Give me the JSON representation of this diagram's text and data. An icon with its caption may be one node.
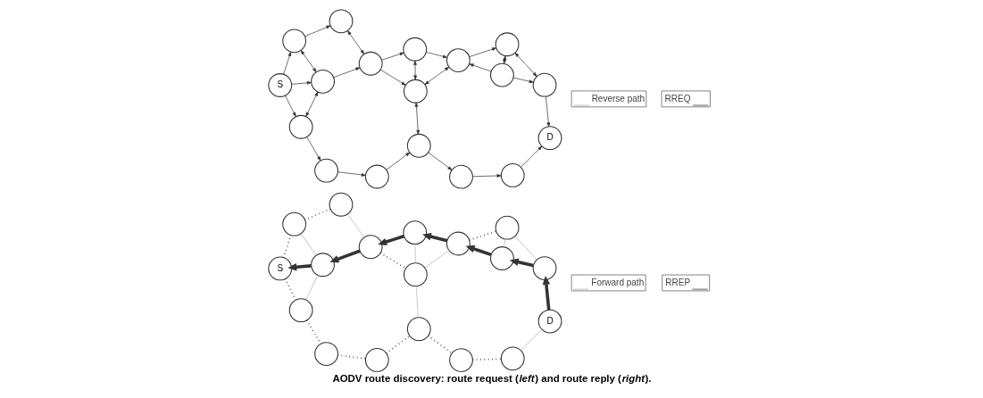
{
  "diagram": {
    "caption": "**AODV route discovery: route request (*left*) and route reply (*right*).**",
    "nodes": [
      {
        "text": [
          "S"
        ]
      },
      {
        "text": [],
        "shape": "circle"
      },
      {
        "text": [],
        "shape": "circle"
      },
      {
        "text": [],
        "shape": "circle"
      },
      {
        "text": [],
        "shape": "circle"
      },
      {
        "text": [],
        "shape": "circle"
      },
      {
        "text": [],
        "shape": "circle"
      },
      {
        "text": [],
        "shape": "circle"
      },
      {
        "text": [],
        "shape": "circle"
      },
      {
        "text": [],
        "shape": "circle"
      },
      {
        "text": [],
        "shape": "circle"
      },
      {
        "text": [],
        "shape": "circle"
      },
      {
        "text": [],
        "shape": "circle"
      },
      {
        "text": [],
        "shape": "circle"
      },
      {
        "text": [],
        "shape": "circle"
      },
      {
        "text": [],
        "shape": "circle"
      },
      {
        "text": [
          "D"
        ]
      },
      {
        "text": [],
        "shape": "circle"
      },
      {
        "text": [
          "S"
        ]
      },
      {
        "text": [],
        "shape": "circle"
      },
      {
        "text": [],
        "shape": "circle"
      },
      {
        "text": [],
        "shape": "circle"
      },
      {
        "text": [],
        "shape": "circle"
      },
      {
        "text": [],
        "shape": "circle"
      },
      {
        "text": [],
        "shape": "circle"
      },
      {
        "text": [],
        "shape": "circle"
      },
      {
        "text": [],
        "shape": "circle"
      },
      {
        "text": [],
        "shape": "circle"
      },
      {
        "text": [],
        "shape": "circle"
      },
      {
        "text": [],
        "shape": "circle"
      },
      {
        "text": [],
        "shape": "circle"
      },
      {
        "text": [],
        "shape": "circle"
      },
      {
        "text": [],
        "shape": "circle"
      },
      {
        "text": [],
        "shape": "circle"
      },
      {
        "text": [
          "D"
        ]
      },
      {
        "text": [],
        "shape": "circle"
      }
    ],
    "edges": [
      {
        "from": 0,
        "to": 3,
        "arrow": "to"
      },
      {
        "from": 3,
        "to": 6,
        "arrow": "to"
      },
      {
        "from": 6,
        "to": 8,
        "arrow": "to"
      },
      {
        "from": 8,
        "to": 10,
        "arrow": "to"
      },
      {
        "from": 10,
        "to": 14,
        "arrow": "to"
      },
      {
        "from": 14,
        "to": 17,
        "arrow": "to"
      },
      {
        "from": 17,
        "to": 16,
        "arrow": "to"
      },
      {
        "from": 0,
        "to": 1,
        "arrow": "to"
      },
      {
        "from": 0,
        "to": 2,
        "arrow": "to"
      },
      {
        "from": 3,
        "to": 2,
        "arrow": "both"
      },
      {
        "from": 10,
        "to": 9,
        "arrow": "both"
      },
      {
        "from": 2,
        "to": 1,
        "arrow": "both"
      },
      {
        "from": 1,
        "to": 4,
        "arrow": "to"
      },
      {
        "from": 2,
        "to": 5,
        "arrow": "to"
      },
      {
        "from": 4,
        "to": 5,
        "arrow": "both"
      },
      {
        "from": 5,
        "to": 9,
        "arrow": "to"
      },
      {
        "from": 5,
        "to": 7,
        "arrow": "to"
      },
      {
        "from": 9,
        "to": 7,
        "arrow": "both"
      },
      {
        "from": 9,
        "to": 11,
        "arrow": "both"
      },
      {
        "from": 7,
        "to": 11,
        "arrow": "to"
      },
      {
        "from": 12,
        "to": 11,
        "arrow": "to"
      },
      {
        "from": 12,
        "to": 15,
        "arrow": "to"
      },
      {
        "from": 15,
        "to": 16,
        "arrow": "to"
      },
      {
        "from": 11,
        "to": 13,
        "arrow": "to"
      },
      {
        "from": 12,
        "to": 13,
        "arrow": "both"
      },
      {
        "from": 15,
        "to": 13,
        "arrow": "both"
      },
      {
        "from": 18,
        "to": 21,
        "arrow": "none",
        "style": "dashed"
      },
      {
        "from": 21,
        "to": 24,
        "arrow": "none",
        "style": "dashed"
      },
      {
        "from": 24,
        "to": 26,
        "arrow": "none",
        "style": "dashed"
      },
      {
        "from": 26,
        "to": 28,
        "arrow": "none",
        "style": "dashed"
      },
      {
        "from": 28,
        "to": 32,
        "arrow": "none",
        "style": "dashed"
      },
      {
        "from": 32,
        "to": 35,
        "arrow": "none",
        "style": "dashed"
      },
      {
        "from": 35,
        "to": 34,
        "arrow": "none",
        "color": "#b0b0b0"
      },
      {
        "from": 18,
        "to": 19,
        "arrow": "none",
        "style": "dashed"
      },
      {
        "from": 20,
        "to": 18,
        "arrow": "to",
        "style": "thick"
      },
      {
        "from": 21,
        "to": 20,
        "arrow": "none",
        "color": "#b0b0b0"
      },
      {
        "from": 28,
        "to": 27,
        "arrow": "none",
        "color": "#b0b0b0"
      },
      {
        "from": 20,
        "to": 19,
        "arrow": "none",
        "color": "#b0b0b0"
      },
      {
        "from": 19,
        "to": 22,
        "arrow": "none",
        "style": "dashed"
      },
      {
        "from": 23,
        "to": 20,
        "arrow": "to",
        "style": "thick"
      },
      {
        "from": 22,
        "to": 23,
        "arrow": "none",
        "color": "#b0b0b0"
      },
      {
        "from": 23,
        "to": 27,
        "arrow": "none",
        "style": "dashed"
      },
      {
        "from": 25,
        "to": 23,
        "arrow": "to",
        "style": "thick"
      },
      {
        "from": 27,
        "to": 25,
        "arrow": "none",
        "color": "#b0b0b0"
      },
      {
        "from": 27,
        "to": 29,
        "arrow": "none",
        "color": "#b0b0b0"
      },
      {
        "from": 29,
        "to": 25,
        "arrow": "to",
        "style": "thick"
      },
      {
        "from": 30,
        "to": 29,
        "arrow": "to",
        "style": "thick"
      },
      {
        "from": 33,
        "to": 30,
        "arrow": "to",
        "style": "thick"
      },
      {
        "from": 34,
        "to": 33,
        "arrow": "to",
        "style": "thick"
      },
      {
        "from": 29,
        "to": 31,
        "arrow": "none",
        "style": "dashed"
      },
      {
        "from": 30,
        "to": 31,
        "arrow": "none",
        "color": "#b0b0b0"
      },
      {
        "from": 33,
        "to": 31,
        "arrow": "none",
        "color": "#b0b0b0"
      }
    ],
    "legend": [
      {
        "text": "RREQ"
      },
      {
        "text": "Reverse path"
      },
      {
        "text": "RREP"
      },
      {
        "text": "Forward path"
      }
    ]
  }
}
